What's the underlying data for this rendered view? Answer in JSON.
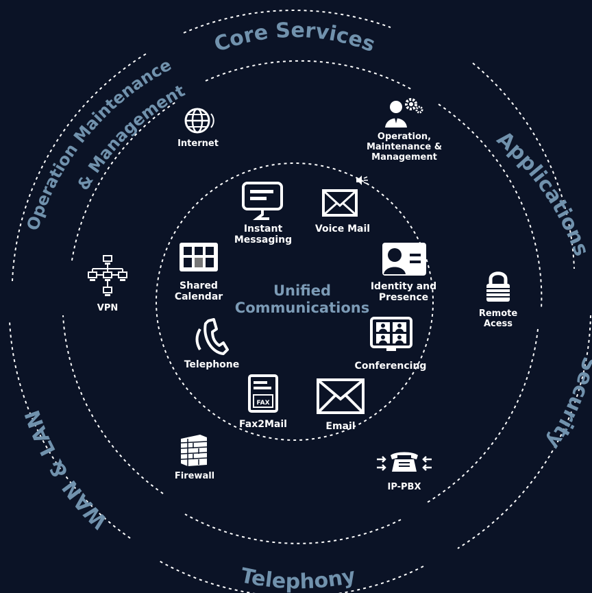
{
  "center": {
    "title_line1": "Unified",
    "title_line2": "Communications"
  },
  "ring_labels": {
    "core_services": "Core Services",
    "applications": "Applications",
    "security": "Security",
    "telephony": "Telephony",
    "wan_lan": "WAN & LAN",
    "omm_line1": "Operation Maintenance",
    "omm_line2": "& Management"
  },
  "inner_items": {
    "instant_messaging": {
      "line1": "Instant",
      "line2": "Messaging"
    },
    "voice_mail": "Voice Mail",
    "identity": {
      "line1": "Identity and",
      "line2": "Presence"
    },
    "conferencing": "Conferencing",
    "email": "Email",
    "fax2mail": "Fax2Mail",
    "telephone": "Telephone",
    "shared_calendar": {
      "line1": "Shared",
      "line2": "Calendar"
    }
  },
  "middle_items": {
    "internet": "Internet",
    "operation": {
      "line1": "Operation,",
      "line2": "Maintenance &",
      "line3": "Management"
    },
    "remote_access": {
      "line1": "Remote",
      "line2": "Acess"
    },
    "ip_pbx": "IP-PBX",
    "firewall": "Firewall",
    "vpn": "VPN",
    "fax_icon_text": "FAX"
  },
  "colors": {
    "background": "#0b1326",
    "ring_label": "#7192ad",
    "center_title": "#7c9bb6",
    "icon": "#ffffff",
    "dashes": "#ffffff"
  }
}
